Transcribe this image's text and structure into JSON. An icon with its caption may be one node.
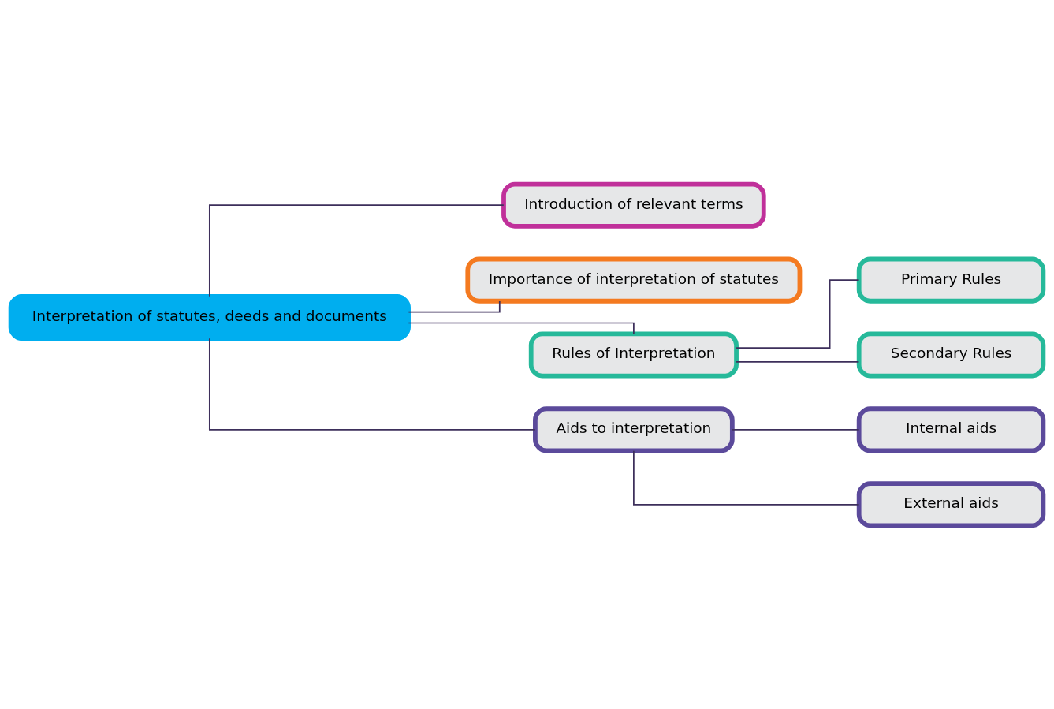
{
  "diagram": {
    "nodes": [
      {
        "text": [
          "Interpretation of statutes, deeds and documents"
        ]
      },
      {
        "text": [
          "Introduction of relevant terms"
        ]
      },
      {
        "text": [
          "Importance of interpretation of statutes"
        ]
      },
      {
        "text": [
          "Rules of Interpretation"
        ]
      },
      {
        "text": [
          "Aids to interpretation"
        ]
      },
      {
        "text": [
          "Primary Rules"
        ]
      },
      {
        "text": [
          "Secondary Rules"
        ]
      },
      {
        "text": [
          "Internal aids"
        ]
      },
      {
        "text": [
          "External aids"
        ]
      }
    ],
    "edges": [
      {
        "from": 0,
        "to": 1,
        "arrow": "none"
      },
      {
        "from": 0,
        "to": 2,
        "arrow": "none"
      },
      {
        "from": 0,
        "to": 3,
        "arrow": "none"
      },
      {
        "from": 0,
        "to": 4,
        "arrow": "none"
      },
      {
        "from": 3,
        "to": 5,
        "arrow": "none"
      },
      {
        "from": 3,
        "to": 6,
        "arrow": "none"
      },
      {
        "from": 4,
        "to": 7,
        "arrow": "none"
      },
      {
        "from": 4,
        "to": 8,
        "arrow": "none"
      }
    ]
  }
}
